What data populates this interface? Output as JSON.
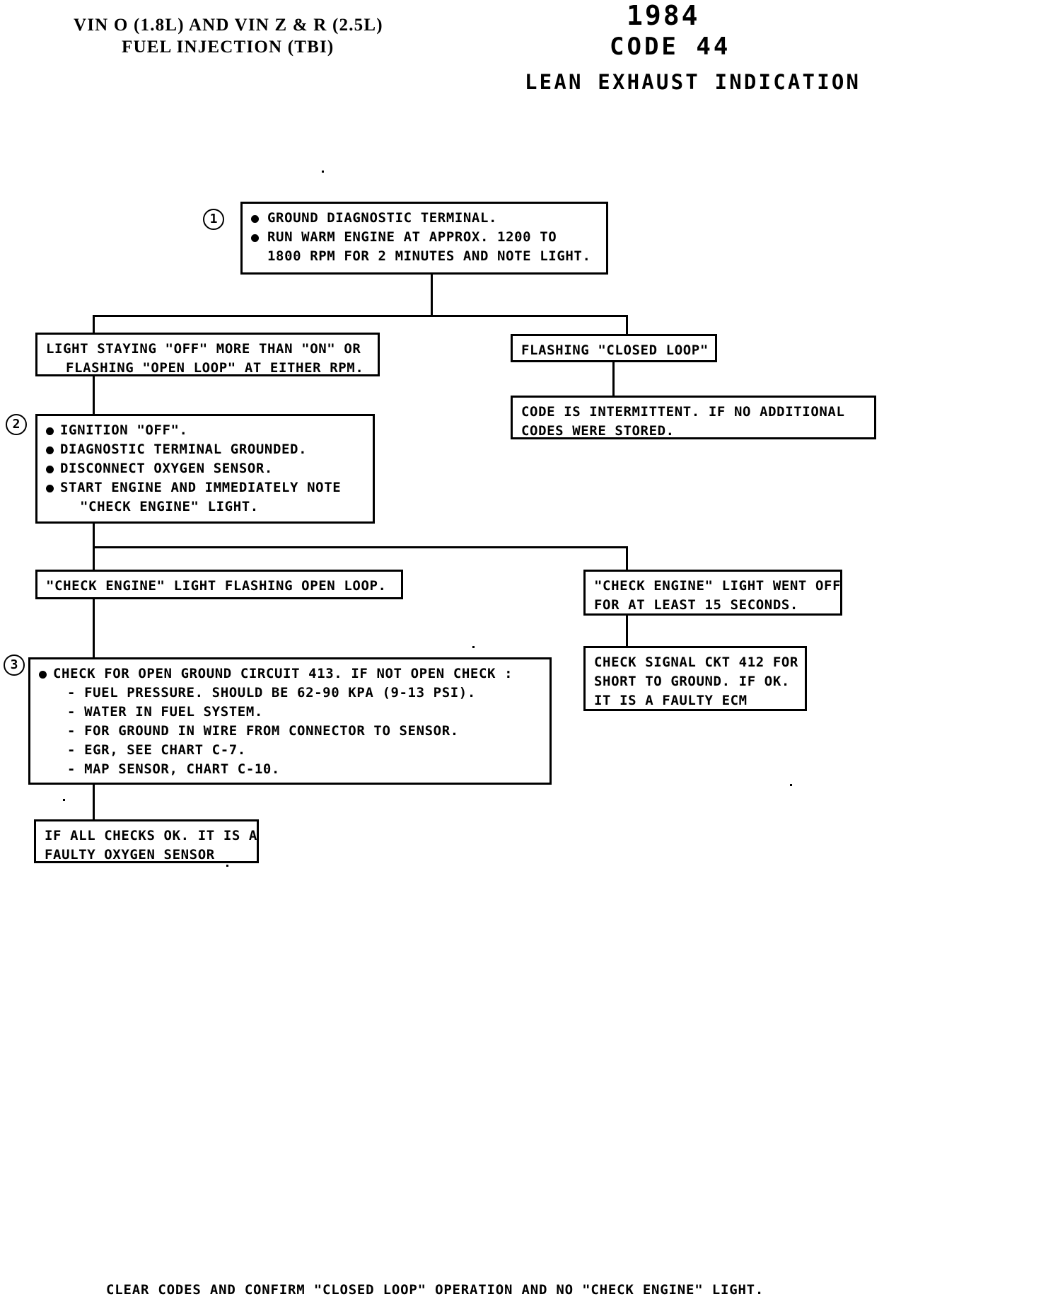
{
  "header": {
    "vin_line1": "VIN O (1.8L) AND VIN Z & R (2.5L)",
    "vin_line2": "FUEL INJECTION (TBI)",
    "year": "1984",
    "code": "CODE 44",
    "title": "LEAN EXHAUST INDICATION"
  },
  "steps": {
    "one": "1",
    "two": "2",
    "three": "3"
  },
  "boxes": {
    "step1": {
      "bullet1": "GROUND DIAGNOSTIC TERMINAL.",
      "bullet2_line1": "RUN WARM ENGINE AT APPROX. 1200 TO",
      "bullet2_line2": "1800 RPM FOR 2 MINUTES AND NOTE LIGHT."
    },
    "branch_left_1": {
      "line1": "LIGHT STAYING \"OFF\" MORE THAN \"ON\" OR",
      "line2": "FLASHING \"OPEN LOOP\" AT EITHER RPM."
    },
    "branch_right_1": {
      "line1": "FLASHING \"CLOSED LOOP\""
    },
    "intermittent": {
      "line1": "CODE IS INTERMITTENT. IF NO ADDITIONAL",
      "line2": "CODES WERE STORED."
    },
    "step2": {
      "bullet1": "IGNITION \"OFF\".",
      "bullet2": "DIAGNOSTIC TERMINAL GROUNDED.",
      "bullet3": "DISCONNECT OXYGEN SENSOR.",
      "bullet4_line1": "START ENGINE AND IMMEDIATELY NOTE",
      "bullet4_line2": "\"CHECK ENGINE\" LIGHT."
    },
    "branch_left_2": {
      "line1": "\"CHECK ENGINE\" LIGHT FLASHING OPEN LOOP."
    },
    "branch_right_2": {
      "line1": "\"CHECK ENGINE\" LIGHT WENT OFF",
      "line2": "FOR AT LEAST 15 SECONDS."
    },
    "signal_check": {
      "line1": "CHECK SIGNAL CKT 412 FOR",
      "line2": "SHORT TO GROUND.  IF OK.",
      "line3": "IT IS A FAULTY ECM"
    },
    "step3": {
      "bullet1": "CHECK FOR OPEN GROUND CIRCUIT 413.  IF NOT OPEN CHECK :",
      "sub1": "- FUEL PRESSURE. SHOULD BE 62-90 KPA (9-13 PSI).",
      "sub2": "- WATER IN FUEL SYSTEM.",
      "sub3": "- FOR GROUND IN WIRE FROM CONNECTOR TO SENSOR.",
      "sub4": "- EGR, SEE CHART C-7.",
      "sub5": "- MAP SENSOR, CHART C-10."
    },
    "final": {
      "line1": "IF ALL CHECKS OK. IT IS A",
      "line2": "FAULTY OXYGEN SENSOR"
    }
  },
  "footer": {
    "note": "CLEAR CODES AND CONFIRM \"CLOSED LOOP\" OPERATION AND NO \"CHECK ENGINE\" LIGHT."
  }
}
